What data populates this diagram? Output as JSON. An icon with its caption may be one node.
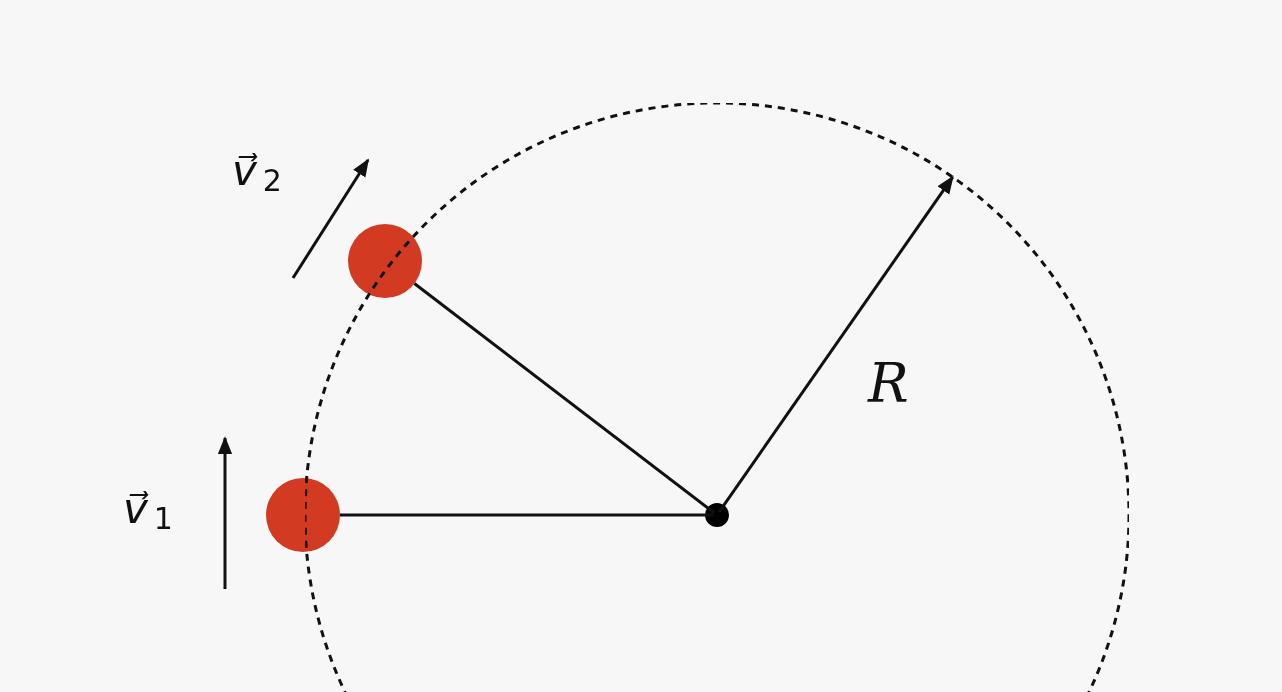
{
  "diagram": {
    "nodes": [
      {
        "text": [],
        "shape": "circle"
      },
      {
        "text": [],
        "shape": "circle"
      },
      {
        "text": [],
        "shape": "circle",
        "in": 3
      },
      {
        "text": [],
        "shape": "circle"
      }
    ],
    "edges": [
      {
        "from": 0,
        "to": 2,
        "arrow": "none"
      },
      {
        "from": 1,
        "to": 2,
        "arrow": "none"
      },
      {
        "from": 2,
        "to": 3,
        "arrow": "to",
        "label": "R"
      }
    ],
    "labels": [
      "v⃗$_{2}$",
      "v⃗$_{1}$"
    ]
  }
}
